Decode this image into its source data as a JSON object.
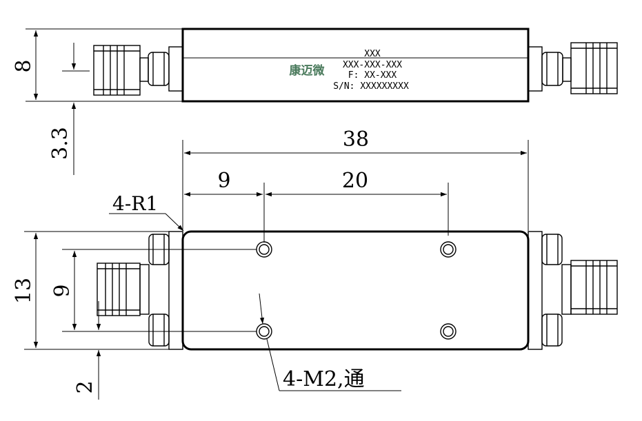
{
  "label": {
    "line1": "XXX",
    "line2": "XXX-XXX-XXX",
    "line3": "F: XX-XXX",
    "line4": "S/N: XXXXXXXXX",
    "brand": "康迈微",
    "brand_color": "#4a7a5c"
  },
  "dimensions": {
    "height_top": "8",
    "offset_top": "3.3",
    "total_length": "38",
    "hole_offset": "9",
    "hole_spacing": "20",
    "corner_radius": "4-R1",
    "width_bottom": "13",
    "hole_spacing_v": "9",
    "offset_bottom": "2",
    "holes": "4-M2,通"
  }
}
